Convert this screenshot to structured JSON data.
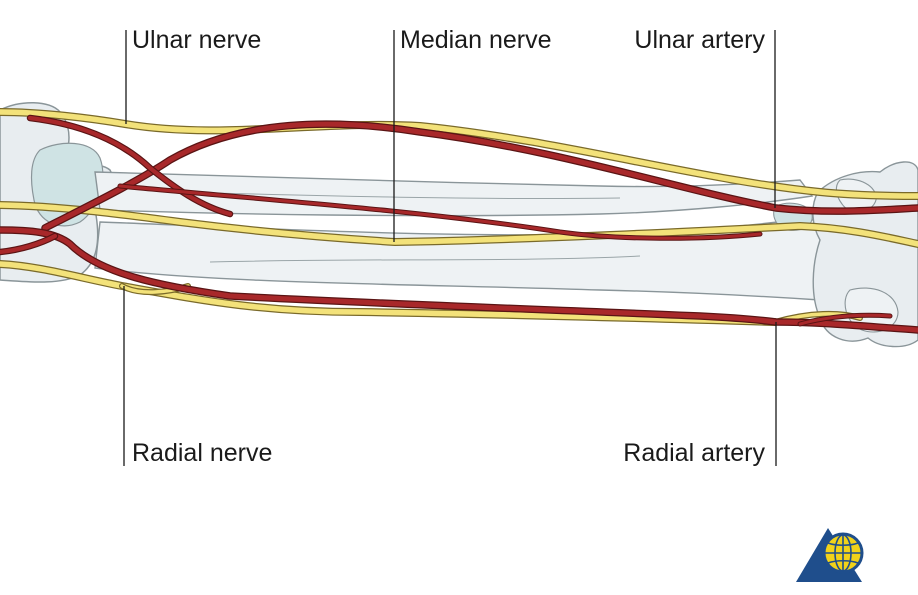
{
  "labels": {
    "ulnar_nerve": "Ulnar nerve",
    "median_nerve": "Median nerve",
    "ulnar_artery": "Ulnar artery",
    "radial_nerve": "Radial nerve",
    "radial_artery": "Radial artery"
  },
  "colors": {
    "bone_fill": "#e8edf0",
    "bone_stroke": "#8a9599",
    "bone_shade": "#cfe3e4",
    "artery": "#a8282a",
    "artery_edge": "#5a1414",
    "nerve": "#f3e27a",
    "nerve_edge": "#7a6a2a",
    "leader": "#1a1a1a",
    "logo_blue": "#1f4e8c",
    "logo_yellow": "#f1d21a"
  }
}
